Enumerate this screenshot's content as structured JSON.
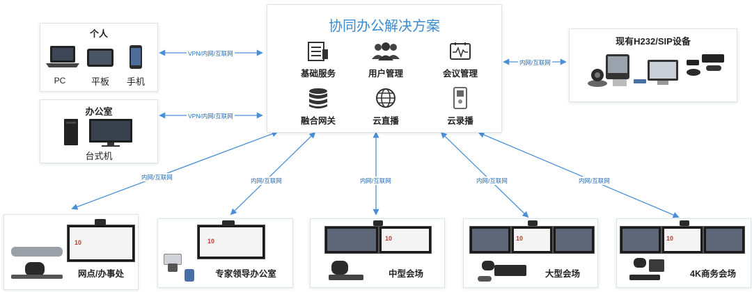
{
  "center": {
    "title": "协同办公解决方案",
    "services": [
      {
        "label": "基础服务",
        "icon": "server-icon"
      },
      {
        "label": "用户管理",
        "icon": "users-icon"
      },
      {
        "label": "会议管理",
        "icon": "meeting-monitor-icon"
      },
      {
        "label": "融合网关",
        "icon": "database-icon"
      },
      {
        "label": "云直播",
        "icon": "globe-icon"
      },
      {
        "label": "云录播",
        "icon": "recorder-icon"
      }
    ]
  },
  "personal": {
    "title": "个人",
    "devices": [
      "PC",
      "平板",
      "手机"
    ]
  },
  "office": {
    "title": "办公室",
    "device": "台式机"
  },
  "legacy": {
    "title": "现有H232/SIP设备"
  },
  "links": {
    "personal": "VPN/内网/互联网",
    "office": "VPN/内网/互联网",
    "legacy": "内网/互联网",
    "b1": "内网/互联网",
    "b2": "内网/互联网",
    "b3": "内网/互联网",
    "b4": "内网/互联网",
    "b5": "内网/互联网"
  },
  "sites": [
    {
      "label": "网点/办事处"
    },
    {
      "label": "专家领导办公室"
    },
    {
      "label": "中型会场"
    },
    {
      "label": "大型会场"
    },
    {
      "label": "4K商务会场"
    }
  ],
  "screen_badge": "10",
  "colors": {
    "accent": "#5b9bd5",
    "arrow": "#4a90d9",
    "title_blue": "#3b8bd0"
  }
}
